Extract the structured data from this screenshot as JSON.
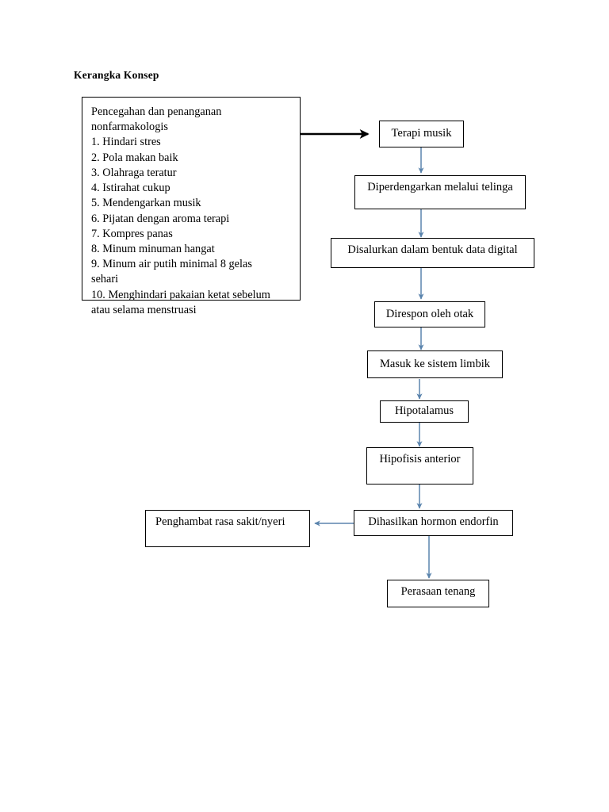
{
  "page": {
    "title": "Kerangka Konsep",
    "background_color": "#ffffff",
    "box_border_color": "#000000",
    "arrow_color": "#5b84ad",
    "bold_arrow_color": "#000000"
  },
  "left_box": {
    "name": "pencegahan-box",
    "heading_lines": [
      "Pencegahan dan penanganan",
      "nonfarmakologis"
    ],
    "items": [
      "1. Hindari stres",
      "2. Pola makan baik",
      "3. Olahraga teratur",
      "4. Istirahat cukup",
      "5. Mendengarkan musik",
      "6. Pijatan dengan aroma terapi",
      "7. Kompres panas",
      "8. Minum minuman hangat",
      "9. Minum air putih minimal 8 gelas",
      "sehari",
      "10. Menghindari pakaian ketat sebelum",
      "atau selama menstruasi"
    ]
  },
  "flow": {
    "nodes": [
      {
        "id": "terapi-musik",
        "label": "Terapi musik"
      },
      {
        "id": "diperdengarkan",
        "label": "Diperdengarkan melalui telinga"
      },
      {
        "id": "disalurkan",
        "label": "Disalurkan dalam bentuk data digital"
      },
      {
        "id": "direspon",
        "label": "Direspon oleh otak"
      },
      {
        "id": "limbik",
        "label": "Masuk ke sistem limbik"
      },
      {
        "id": "hipotalamus",
        "label": "Hipotalamus"
      },
      {
        "id": "hipofisis",
        "label": "Hipofisis anterior"
      },
      {
        "id": "endorfin",
        "label": "Dihasilkan hormon endorfin"
      },
      {
        "id": "penghambat",
        "label": "Penghambat rasa sakit/nyeri"
      },
      {
        "id": "tenang",
        "label": "Perasaan tenang"
      }
    ]
  }
}
